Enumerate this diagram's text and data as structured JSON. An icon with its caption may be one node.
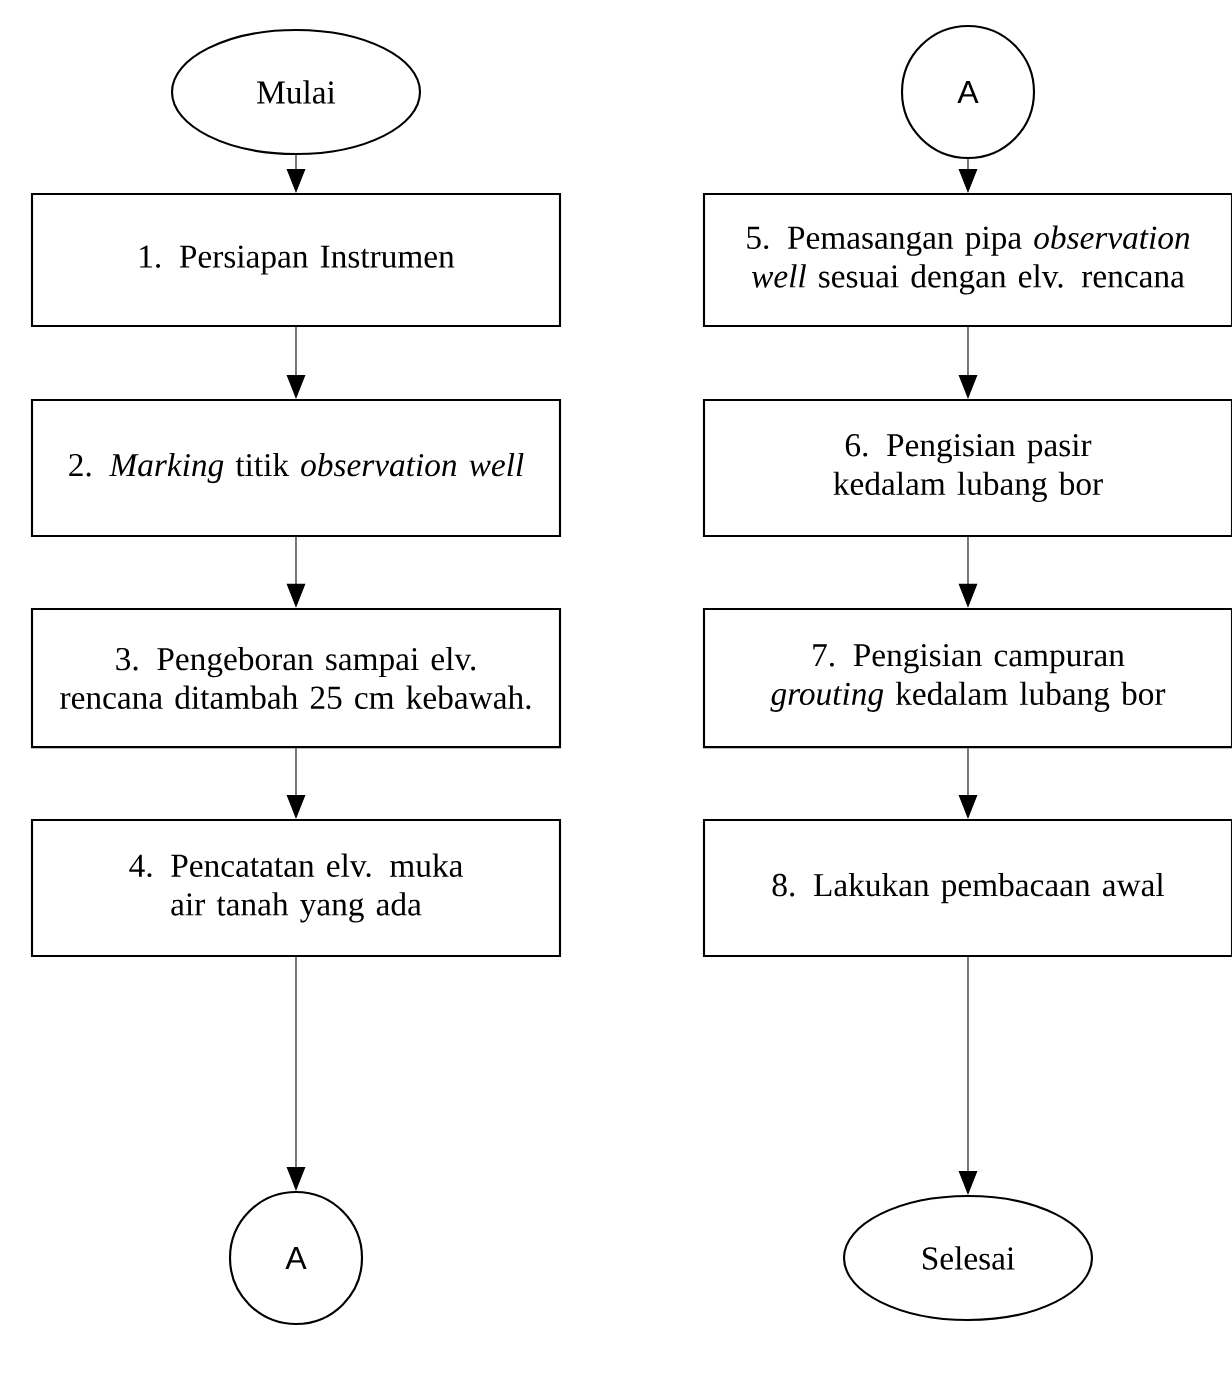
{
  "diagram": {
    "nodes": [
      {
        "text": [
          "Mulai"
        ]
      },
      {
        "text": [
          "1. Persiapan Instrumen"
        ]
      },
      {
        "text": [
          "2. *Marking* titik *observation well*"
        ]
      },
      {
        "text": [
          "3. Pengeboran sampai elv. rencana ditambah 25 cm kebawah."
        ]
      },
      {
        "text": [
          "4. Pencatatan elv. muka air tanah yang ada"
        ]
      },
      {
        "text": [
          "A"
        ]
      },
      {
        "text": [
          "A"
        ]
      },
      {
        "text": [
          "5. Pemasangan pipa *observation well* sesuai dengan elv. rencana"
        ]
      },
      {
        "text": [
          "6. Pengisian pasir kedalam lubang bor"
        ]
      },
      {
        "text": [
          "7. Pengisian campuran *grouting* kedalam lubang bor"
        ]
      },
      {
        "text": [
          "8. Lakukan pembacaan awal"
        ]
      },
      {
        "text": [
          "Selesai"
        ]
      }
    ],
    "edges": [
      {
        "from": 0,
        "to": 1,
        "arrow": "to"
      },
      {
        "from": 1,
        "to": 2,
        "arrow": "to"
      },
      {
        "from": 2,
        "to": 3,
        "arrow": "to"
      },
      {
        "from": 3,
        "to": 4,
        "arrow": "to"
      },
      {
        "from": 4,
        "to": 5,
        "arrow": "to"
      },
      {
        "from": 6,
        "to": 7,
        "arrow": "to"
      },
      {
        "from": 7,
        "to": 8,
        "arrow": "to"
      },
      {
        "from": 8,
        "to": 9,
        "arrow": "to"
      },
      {
        "from": 9,
        "to": 10,
        "arrow": "to"
      },
      {
        "from": 10,
        "to": 11,
        "arrow": "to"
      }
    ]
  }
}
